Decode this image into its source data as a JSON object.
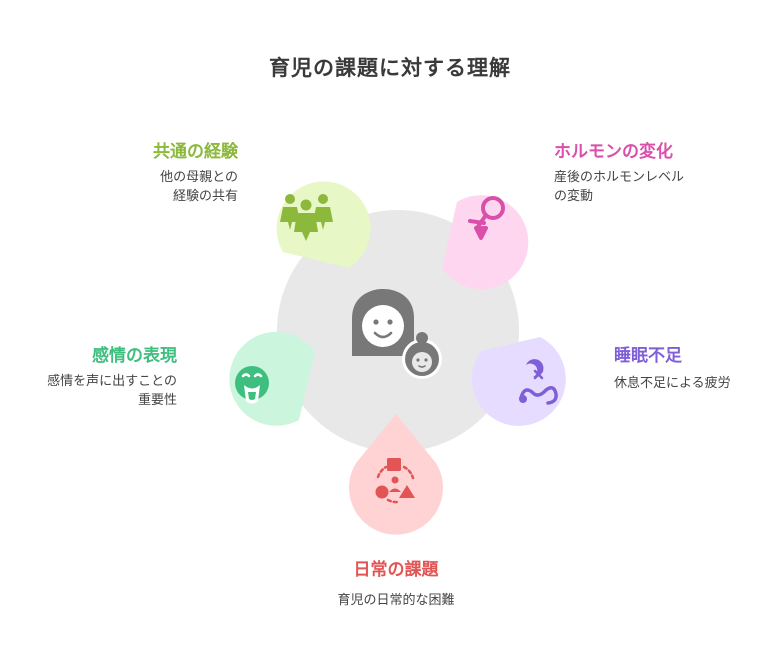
{
  "title": "育児の課題に対する理解",
  "center": {
    "icon": "mother-and-baby-icon"
  },
  "sections": {
    "shared": {
      "title": "共通の経験",
      "desc": [
        "他の母親との",
        "経験の共有"
      ],
      "icon": "group-of-people-icon",
      "color": "#8cb83c",
      "fill": "#e7f7c6"
    },
    "hormone": {
      "title": "ホルモンの変化",
      "desc": [
        "産後のホルモンレベル",
        "の変動"
      ],
      "icon": "female-symbol-icon",
      "color": "#d94fa9",
      "fill": "#ffd6ef"
    },
    "sleep": {
      "title": "睡眠不足",
      "desc": [
        "休息不足による疲労"
      ],
      "icon": "sleep-icon",
      "color": "#7e5fd8",
      "fill": "#e5dcff"
    },
    "daily": {
      "title": "日常の課題",
      "desc": [
        "育児の日常的な困難"
      ],
      "icon": "shapes-person-icon",
      "color": "#e35454",
      "fill": "#ffd3d3"
    },
    "emotion": {
      "title": "感情の表現",
      "desc": [
        "感情を声に出すことの",
        "重要性"
      ],
      "icon": "talking-face-icon",
      "color": "#3fbf7f",
      "fill": "#ccf5dd"
    }
  }
}
